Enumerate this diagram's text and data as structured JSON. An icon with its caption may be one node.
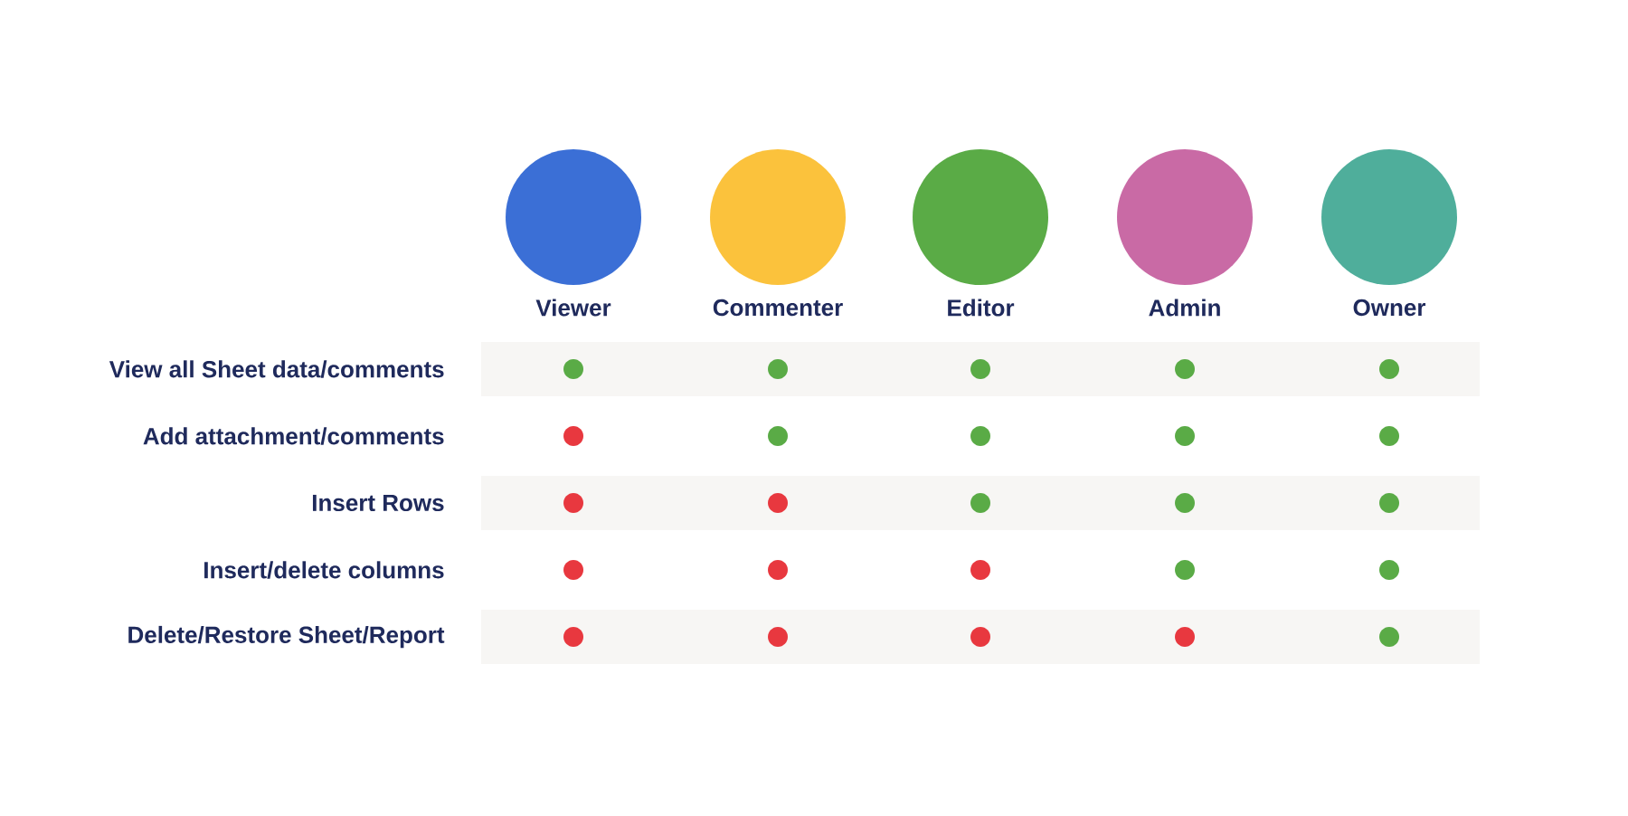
{
  "diagram": {
    "labels": [
      "Viewer",
      "Commenter",
      "Editor",
      "Admin",
      "Owner",
      "View all Sheet data/comments",
      "Add attachment/comments",
      "Insert Rows",
      "Insert/delete columns",
      "Delete/Restore Sheet/Report"
    ]
  }
}
